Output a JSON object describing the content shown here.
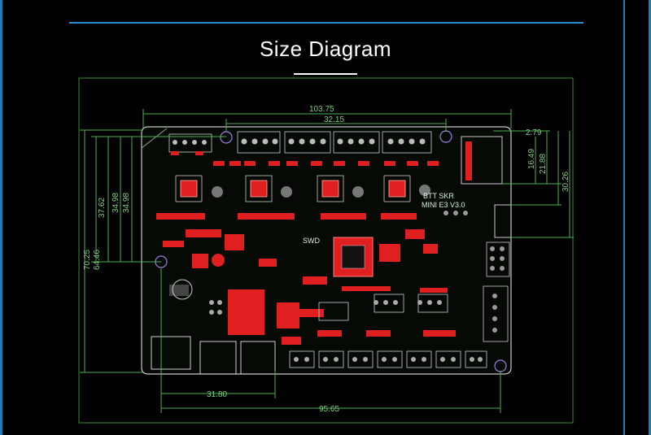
{
  "title": "Size Diagram",
  "dimensions": {
    "overall_width": "103.75",
    "hole_span_top": "32.15",
    "offset_small": "2.79",
    "right_d1": "16.49",
    "right_d2": "21.88",
    "right_d3": "30.26",
    "left_d1": "37.62",
    "left_d2": "34.98",
    "left_d3": "34.98",
    "left_outer": "70.25",
    "left_inner": "64.46",
    "bottom_inner": "31.80",
    "bottom_outer": "95.65"
  },
  "board": {
    "name_line1": "BTT SKR",
    "name_line2": "MINI E3 V3.0",
    "swd_label": "SWD"
  },
  "colors": {
    "accent_blue": "#2a8fd0",
    "dimension_green": "#4caf50",
    "pcb_red": "#e02020",
    "board_outline": "#c8c8c8"
  }
}
